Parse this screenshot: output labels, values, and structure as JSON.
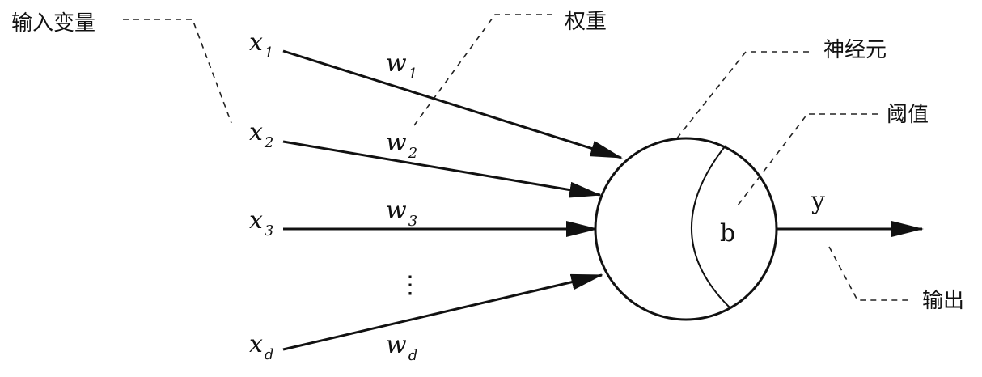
{
  "labels": {
    "input_variable": "输入变量",
    "weight": "权重",
    "neuron": "神经元",
    "threshold": "阈值",
    "output": "输出"
  },
  "inputs": [
    {
      "base": "x",
      "sub": "1"
    },
    {
      "base": "x",
      "sub": "2"
    },
    {
      "base": "x",
      "sub": "3"
    },
    {
      "base": "x",
      "sub": "d"
    }
  ],
  "weights": [
    {
      "base": "w",
      "sub": "1"
    },
    {
      "base": "w",
      "sub": "2"
    },
    {
      "base": "w",
      "sub": "3"
    },
    {
      "base": "w",
      "sub": "d"
    }
  ],
  "ellipsis": "⋮",
  "bias_symbol": "b",
  "output_symbol": "y"
}
